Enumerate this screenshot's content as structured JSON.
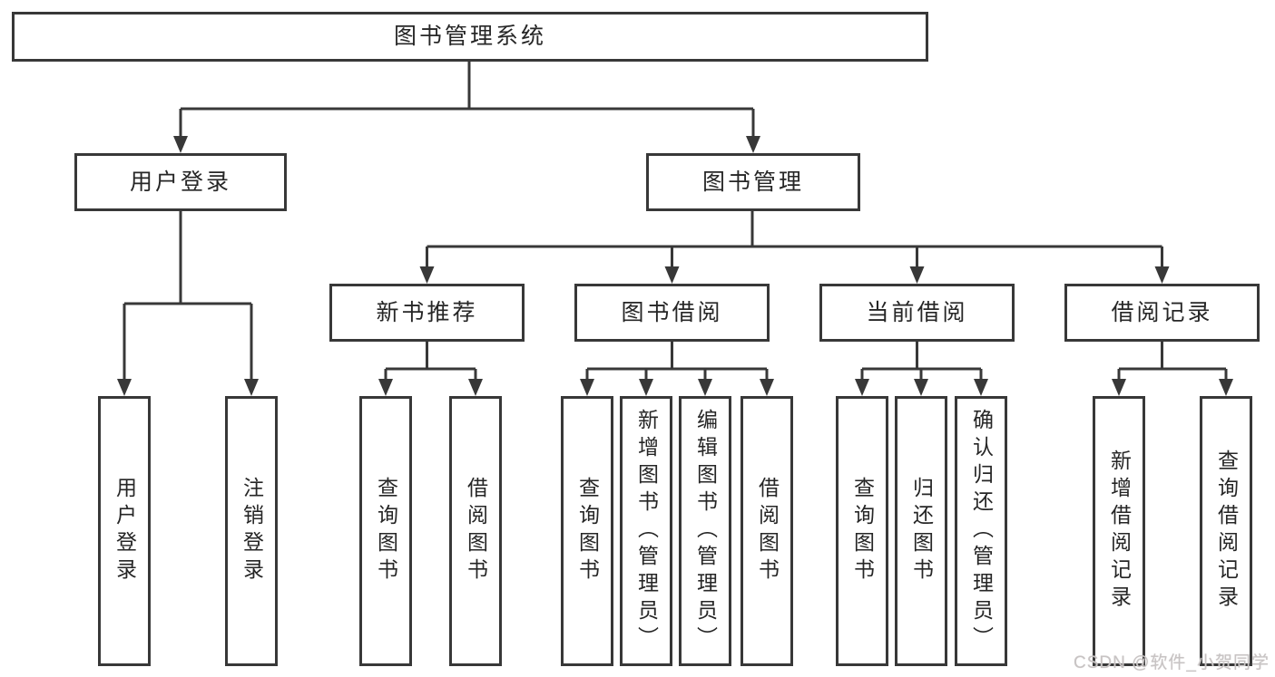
{
  "tree": {
    "root": {
      "label": "图书管理系统",
      "children": [
        {
          "label": "用户登录",
          "children": [
            {
              "label": "用户登录"
            },
            {
              "label": "注销登录"
            }
          ]
        },
        {
          "label": "图书管理",
          "children": [
            {
              "label": "新书推荐",
              "children": [
                {
                  "label": "查询图书"
                },
                {
                  "label": "借阅图书"
                }
              ]
            },
            {
              "label": "图书借阅",
              "children": [
                {
                  "label": "查询图书"
                },
                {
                  "label": "新增图书（管理员）"
                },
                {
                  "label": "编辑图书（管理员）"
                },
                {
                  "label": "借阅图书"
                }
              ]
            },
            {
              "label": "当前借阅",
              "children": [
                {
                  "label": "查询图书"
                },
                {
                  "label": "归还图书"
                },
                {
                  "label": "确认归还（管理员）"
                }
              ]
            },
            {
              "label": "借阅记录",
              "children": [
                {
                  "label": "新增借阅记录"
                },
                {
                  "label": "查询借阅记录"
                }
              ]
            }
          ]
        }
      ]
    }
  },
  "watermark": {
    "text": "CSDN @软件_小贺同学"
  },
  "colors": {
    "line": "#383838",
    "box_border": "#383838",
    "text": "#262626",
    "background": "#ffffff",
    "watermark": "#c7c3c3"
  }
}
